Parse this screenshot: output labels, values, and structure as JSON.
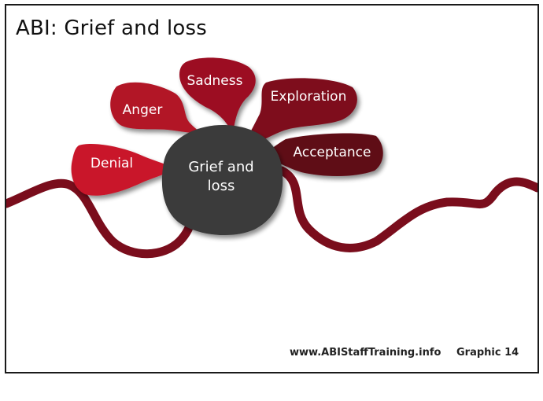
{
  "title": "ABI: Grief and loss",
  "center_label_line1": "Grief and",
  "center_label_line2": "loss",
  "bubbles": {
    "denial": "Denial",
    "anger": "Anger",
    "sadness": "Sadness",
    "exploration": "Exploration",
    "acceptance": "Acceptance"
  },
  "footer": {
    "url": "www.ABIStaffTraining.info",
    "graphic": "Graphic 14"
  },
  "colors": {
    "wave": "#7a0d1c",
    "center": "#3a3a3a",
    "denial": "#c9182c",
    "anger": "#b21428",
    "sadness": "#9c1024",
    "exploration": "#7e0c1c",
    "acceptance": "#5e0814"
  }
}
